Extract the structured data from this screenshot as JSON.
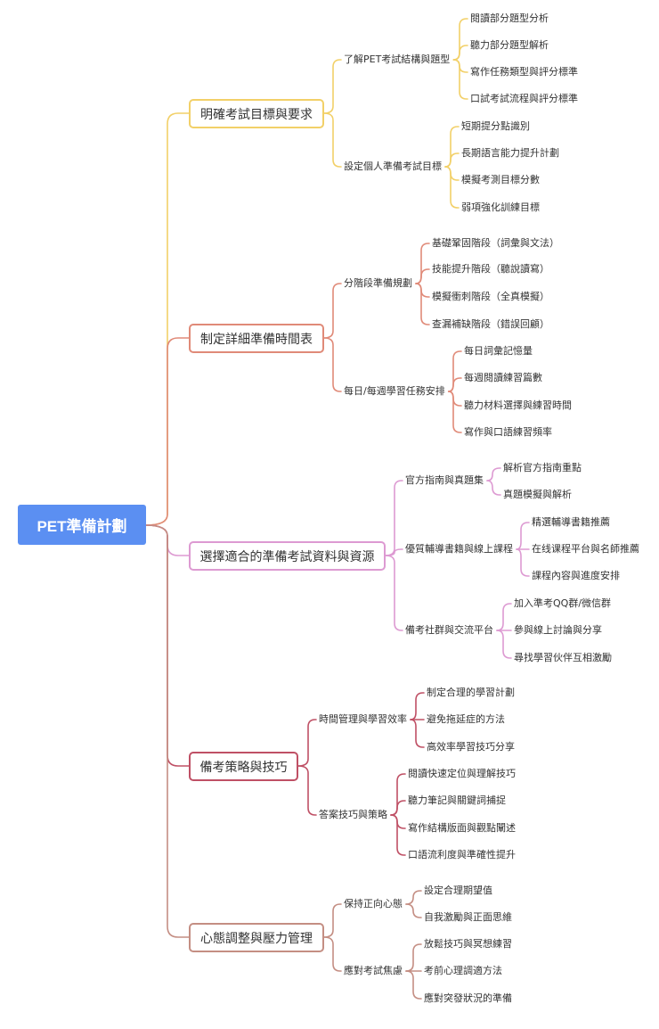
{
  "root": {
    "label": "PET準備計劃"
  },
  "branches": [
    {
      "label": "明確考試目標與要求",
      "color": "#f2d068",
      "children": [
        {
          "label": "了解PET考試結構與題型",
          "children": [
            "閱讀部分題型分析",
            "聽力部分題型解析",
            "寫作任務類型與評分標準",
            "口試考試流程與評分標準"
          ]
        },
        {
          "label": "設定個人準備考試目標",
          "children": [
            "短期提分點識別",
            "長期語言能力提升計劃",
            "模擬考測目標分數",
            "弱項強化訓練目標"
          ]
        }
      ]
    },
    {
      "label": "制定詳細準備時間表",
      "color": "#e08a78",
      "children": [
        {
          "label": "分階段準備規劃",
          "children": [
            "基礎鞏固階段（詞彙與文法）",
            "技能提升階段（聽說讀寫）",
            "模擬衝刺階段（全真模擬）",
            "查漏補缺階段（錯誤回顧）"
          ]
        },
        {
          "label": "每日/每週學習任務安排",
          "children": [
            "每日詞彙記憶量",
            "每週閱讀練習篇數",
            "聽力材料選擇與練習時間",
            "寫作與口語練習頻率"
          ]
        }
      ]
    },
    {
      "label": "選擇適合的準備考試資料與資源",
      "color": "#dd9ad2",
      "children": [
        {
          "label": "官方指南與真題集",
          "children": [
            "解析官方指南重點",
            "真題模擬與解析"
          ]
        },
        {
          "label": "優質輔導書籍與線上課程",
          "children": [
            "精選輔導書籍推薦",
            "在线课程平台與名師推薦",
            "課程內容與進度安排"
          ]
        },
        {
          "label": "備考社群與交流平台",
          "children": [
            "加入準考QQ群/微信群",
            "參與線上討論與分享",
            "尋找學習伙伴互相激勵"
          ]
        }
      ]
    },
    {
      "label": "備考策略與技巧",
      "color": "#bf5065",
      "children": [
        {
          "label": "時間管理與學習效率",
          "children": [
            "制定合理的學習計劃",
            "避免拖延症的方法",
            "高效率學習技巧分享"
          ]
        },
        {
          "label": "答案技巧與策略",
          "children": [
            "閱讀快速定位與理解技巧",
            "聽力筆記與關鍵詞捕捉",
            "寫作結構版面與觀點闡述",
            "口語流利度與準確性提升"
          ]
        }
      ]
    },
    {
      "label": "心態調整與壓力管理",
      "color": "#c48e83",
      "children": [
        {
          "label": "保持正向心態",
          "children": [
            "設定合理期望值",
            "自我激勵與正面思維"
          ]
        },
        {
          "label": "應對考試焦慮",
          "children": [
            "放鬆技巧與冥想練習",
            "考前心理調適方法",
            "應對突發狀況的準備"
          ]
        }
      ]
    }
  ]
}
